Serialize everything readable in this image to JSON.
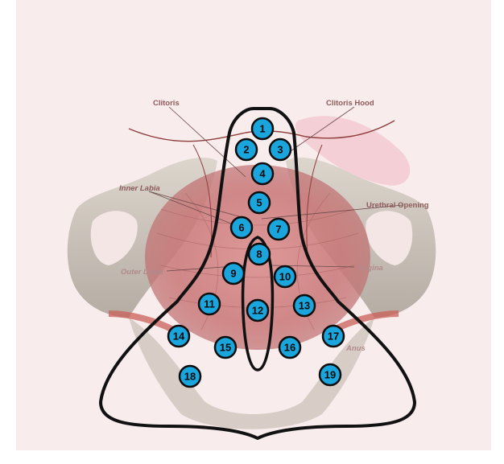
{
  "labels": {
    "clitoris": "Clitoris",
    "clitoris_hood": "Clitoris Hood",
    "inner_labia": "Inner Labia",
    "urethral_opening": "Urethral Opening",
    "outer_labia": "Outer Labia",
    "vagina": "Vagina",
    "anus": "Anus"
  },
  "points": [
    {
      "id": "1"
    },
    {
      "id": "2"
    },
    {
      "id": "3"
    },
    {
      "id": "4"
    },
    {
      "id": "5"
    },
    {
      "id": "6"
    },
    {
      "id": "7"
    },
    {
      "id": "8"
    },
    {
      "id": "9"
    },
    {
      "id": "10"
    },
    {
      "id": "11"
    },
    {
      "id": "12"
    },
    {
      "id": "13"
    },
    {
      "id": "14"
    },
    {
      "id": "15"
    },
    {
      "id": "16"
    },
    {
      "id": "17"
    },
    {
      "id": "18"
    },
    {
      "id": "19"
    }
  ],
  "colors": {
    "marker_fill": "#1aa6dd",
    "marker_ring": "#0d0d0d",
    "outline": "#111111",
    "background": "#f8eaea"
  }
}
